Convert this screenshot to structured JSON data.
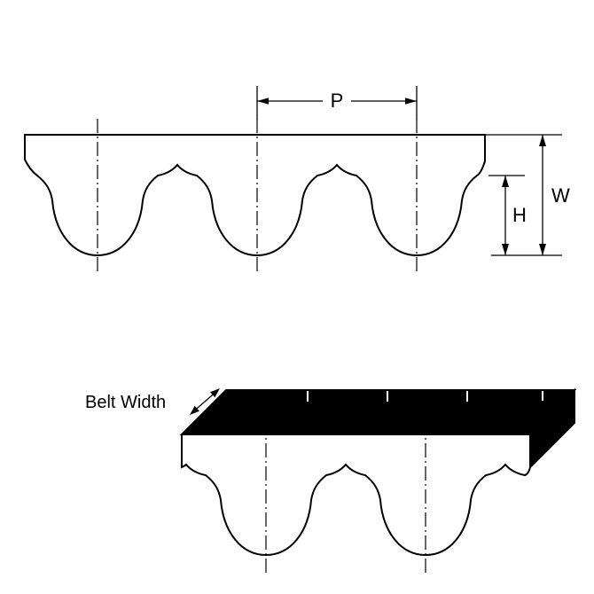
{
  "figure": {
    "background_color": "#ffffff",
    "line_color": "#000000",
    "belt_fill_color": "#ffffff",
    "solid_face_color": "#000000",
    "profile_view": {
      "pitch_label": "P",
      "belt_thickness_label": "W",
      "tooth_height_label": "H"
    },
    "perspective_view": {
      "belt_width_label": "Belt Width"
    }
  }
}
